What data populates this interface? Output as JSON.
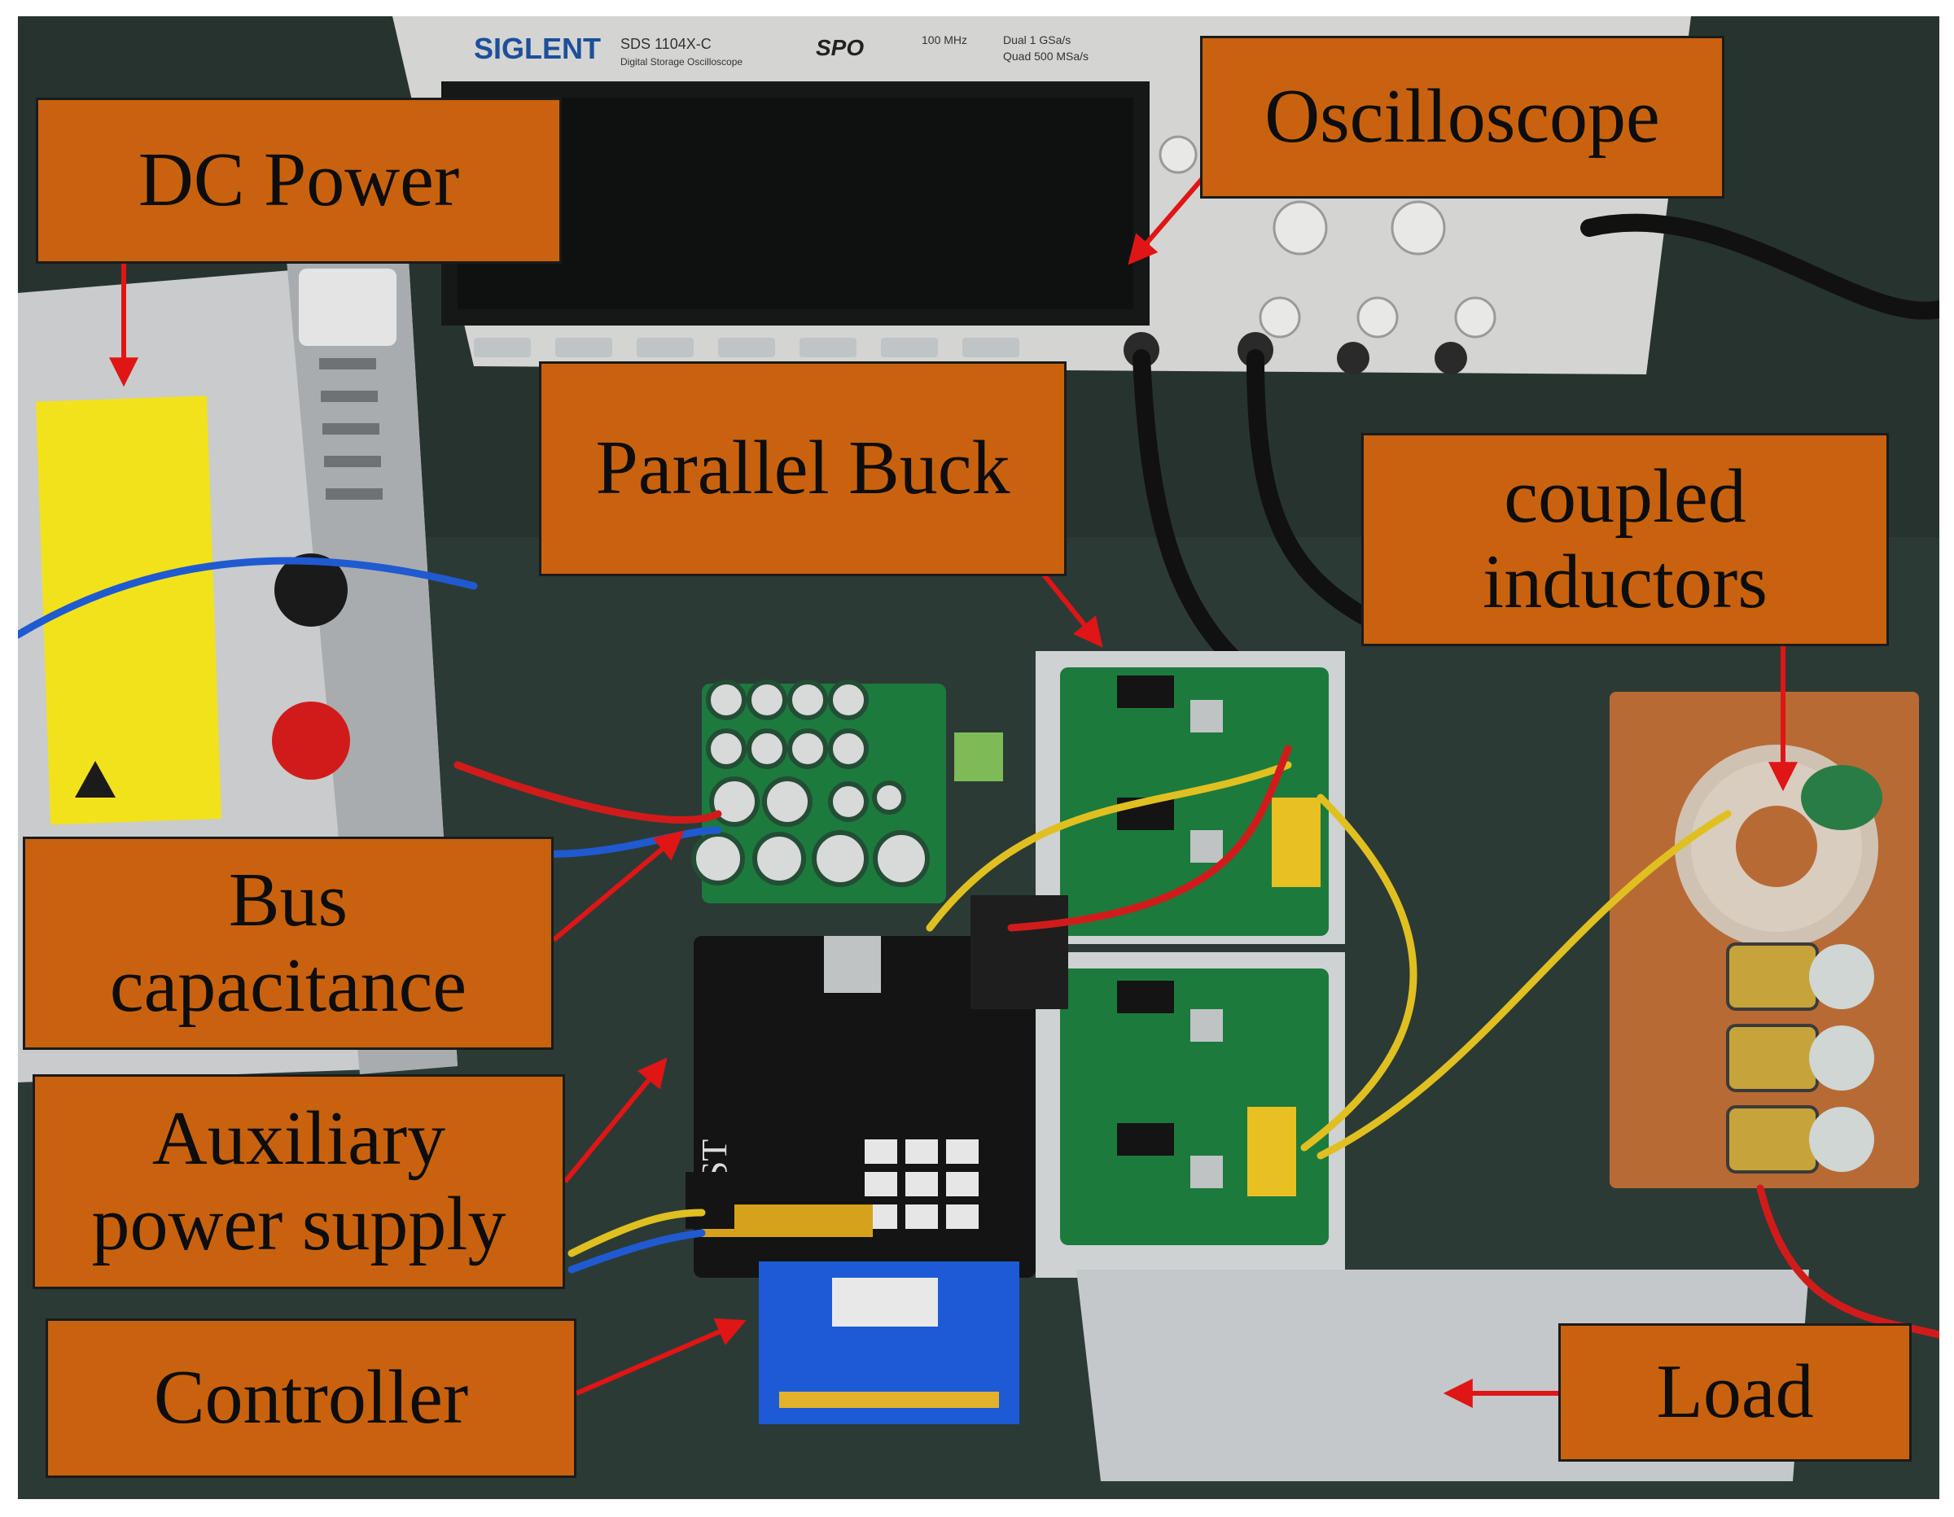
{
  "labels": {
    "dc_power": "DC Power",
    "oscilloscope": "Oscilloscope",
    "parallel_buck": "Parallel Buck",
    "coupled_inductors": "coupled\ninductors",
    "bus_capacitance": "Bus\ncapacitance",
    "auxiliary_power_supply": "Auxiliary\npower supply",
    "controller": "Controller",
    "load": "Load"
  },
  "scope_brand": {
    "name": "SIGLENT",
    "model": "SDS 1104X-C",
    "subtitle": "Digital Storage Oscilloscope",
    "spo": "SPO",
    "bandwidth": "100 MHz",
    "spec_dual": "Dual  1 GSa/s",
    "spec_quad": "Quad  500 MSa/s"
  },
  "board_marking": "JUST",
  "colors": {
    "label_fill": "#c9620e",
    "label_border": "#1b1b1b",
    "arrow": "#e01515",
    "bench": "#2c3a36",
    "pcb_green": "#1c7a3d"
  }
}
